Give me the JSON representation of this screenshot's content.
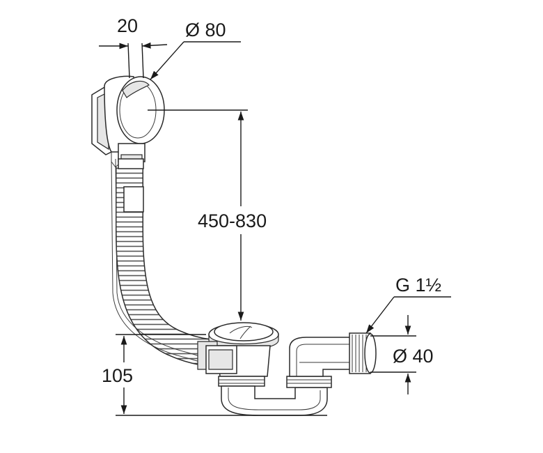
{
  "dimensions": {
    "overflow_width": "20",
    "overflow_diameter": "Ø 80",
    "height_range": "450-830",
    "thread": "G 1½",
    "outlet_diameter": "Ø 40",
    "trap_height": "105"
  }
}
